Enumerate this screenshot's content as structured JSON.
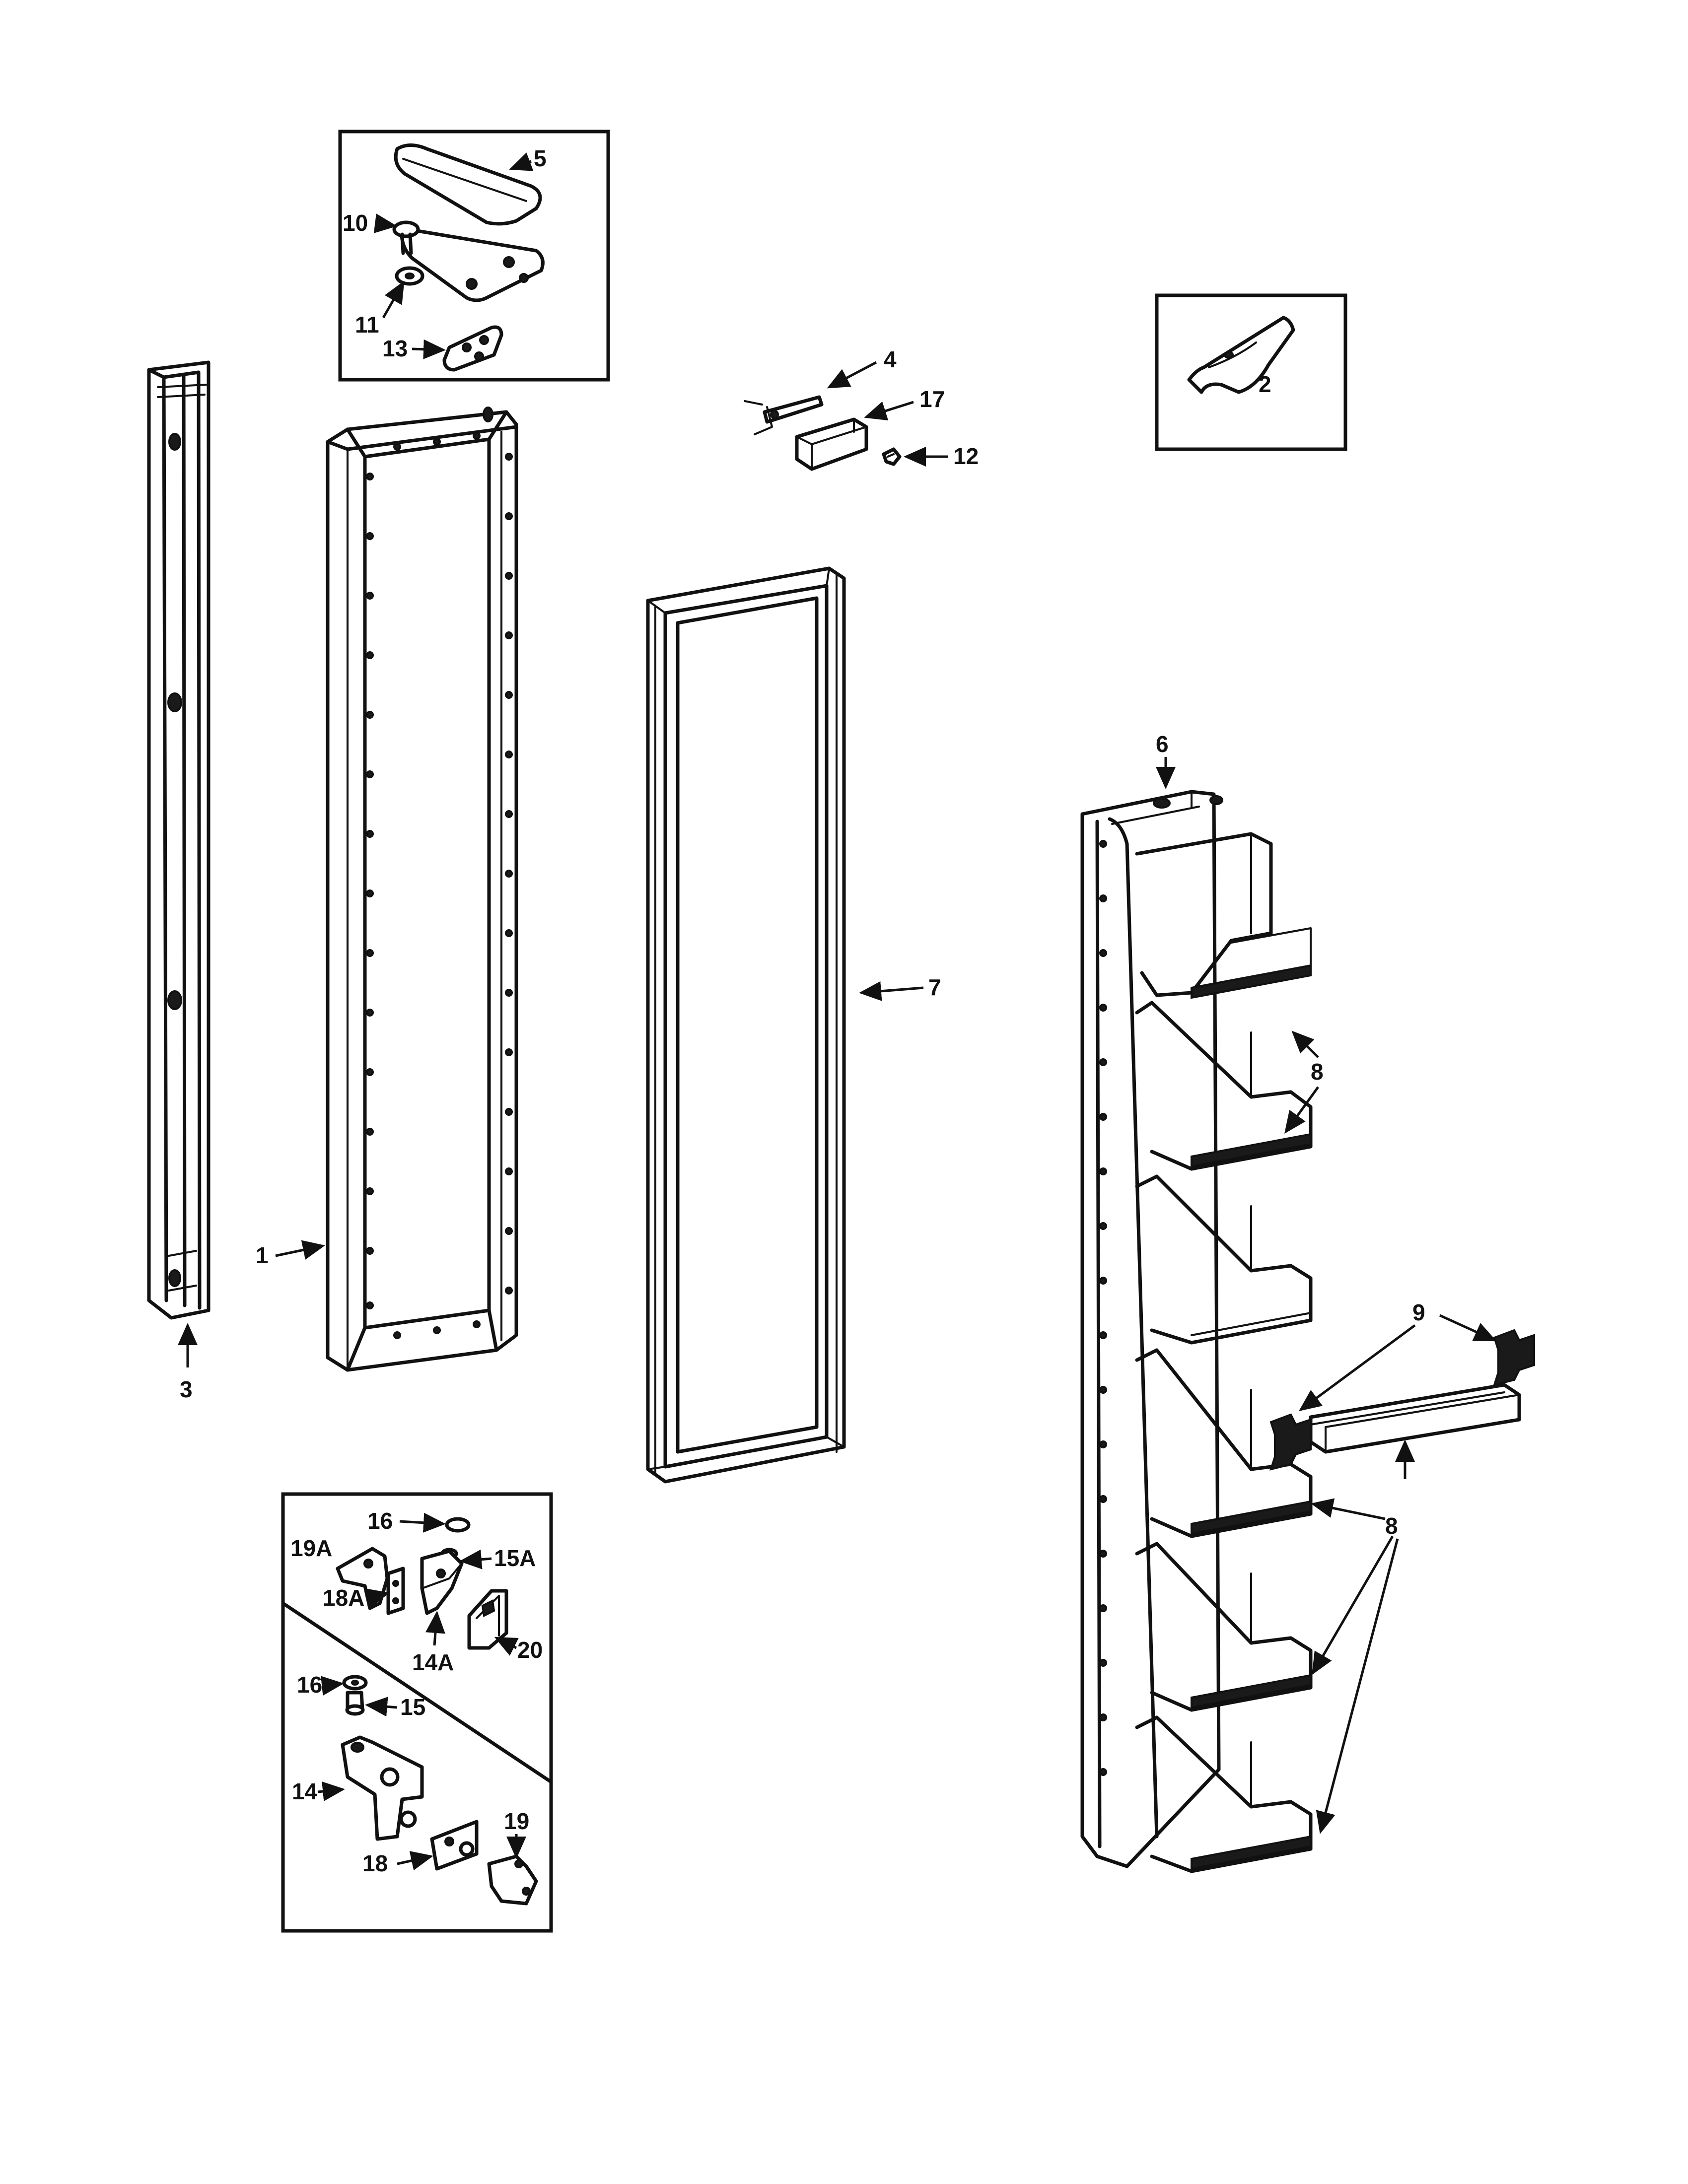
{
  "diagram": {
    "type": "exploded parts diagram",
    "callouts": {
      "c1": "1",
      "c2": "2",
      "c3": "3",
      "c4": "4",
      "c5": "5",
      "c6": "6",
      "c7": "7",
      "c8a": "8",
      "c8b": "8",
      "c9": "9",
      "c10": "10",
      "c11": "11",
      "c12": "12",
      "c13": "13",
      "c14": "14",
      "c14A": "14A",
      "c15": "15",
      "c15A": "15A",
      "c16a": "16",
      "c16b": "16",
      "c17": "17",
      "c18": "18",
      "c18A": "18A",
      "c19": "19",
      "c19A": "19A",
      "c20": "20"
    }
  }
}
